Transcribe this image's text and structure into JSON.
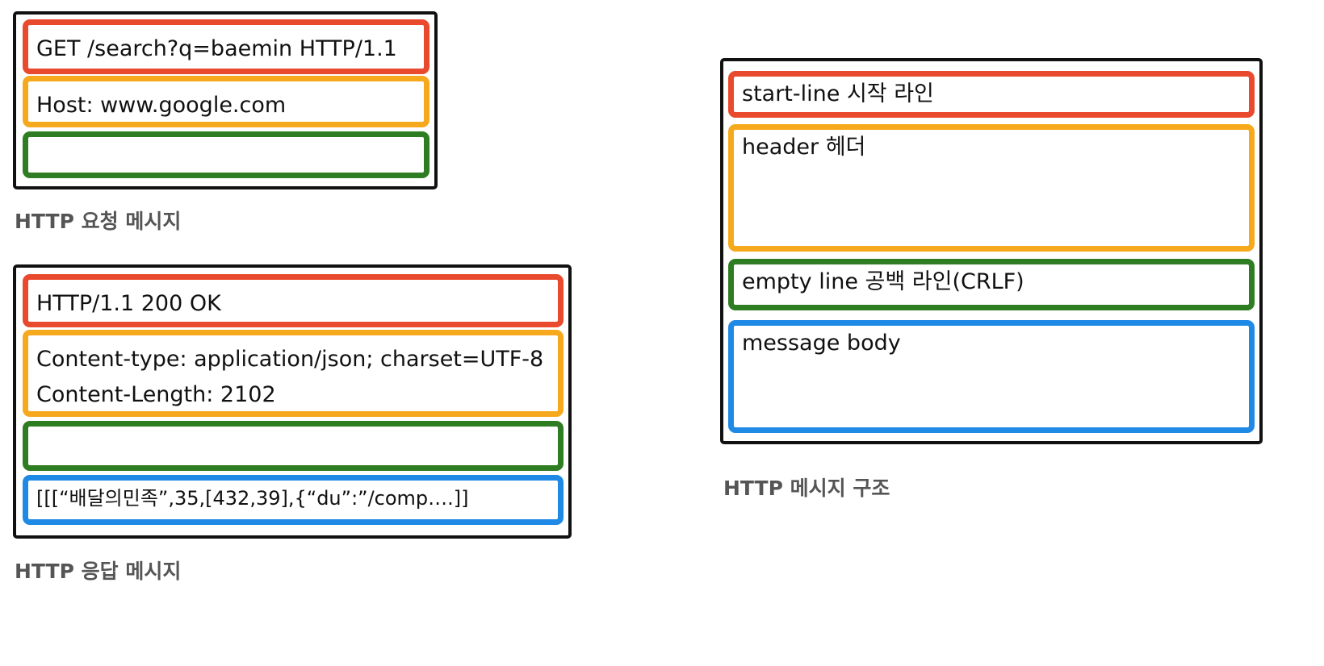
{
  "request": {
    "start_line": "GET /search?q=baemin HTTP/1.1",
    "header": "Host: www.google.com",
    "caption": "HTTP 요청 메시지"
  },
  "response": {
    "start_line": "HTTP/1.1 200 OK",
    "headers": [
      "Content-type: application/json; charset=UTF-8",
      "Content-Length: 2102"
    ],
    "body": "[[[“배달의민족”,35,[432,39],{“du”:”/comp….]]",
    "caption": "HTTP 응답 메시지"
  },
  "structure": {
    "start_line": "start-line 시작 라인",
    "header": "header 헤더",
    "empty_line": "empty line 공백 라인(CRLF)",
    "body": "message body",
    "caption": "HTTP 메시지 구조"
  },
  "colors": {
    "start_line": "#e9492c",
    "header": "#f7a91e",
    "empty_line": "#2f7d22",
    "body": "#1f8ae6",
    "frame": "#111111",
    "caption": "#555555"
  }
}
